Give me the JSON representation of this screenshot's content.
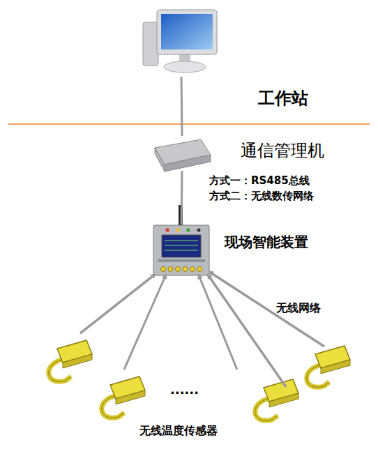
{
  "diagram": {
    "nodes": [
      {
        "text": [
          "工作站"
        ]
      },
      {
        "text": [
          "通信管理机"
        ]
      },
      {
        "text": [
          "现场智能装置"
        ]
      },
      {
        "text": [
          "无线温度传感器"
        ]
      }
    ],
    "edges": [
      {
        "from": 0,
        "to": 1,
        "arrow": "none"
      },
      {
        "from": 1,
        "to": 2,
        "arrow": "none"
      },
      {
        "from": 3,
        "to": 2,
        "arrow": "to"
      },
      {
        "from": 3,
        "to": 2,
        "arrow": "to"
      },
      {
        "from": 3,
        "to": 2,
        "arrow": "to"
      },
      {
        "from": 3,
        "to": 2,
        "arrow": "to"
      },
      {
        "from": 3,
        "to": 2,
        "arrow": "to"
      }
    ],
    "labels": [
      "方式一：RS485总线",
      "方式二：无线数传网络",
      "无线网络",
      "......"
    ]
  }
}
